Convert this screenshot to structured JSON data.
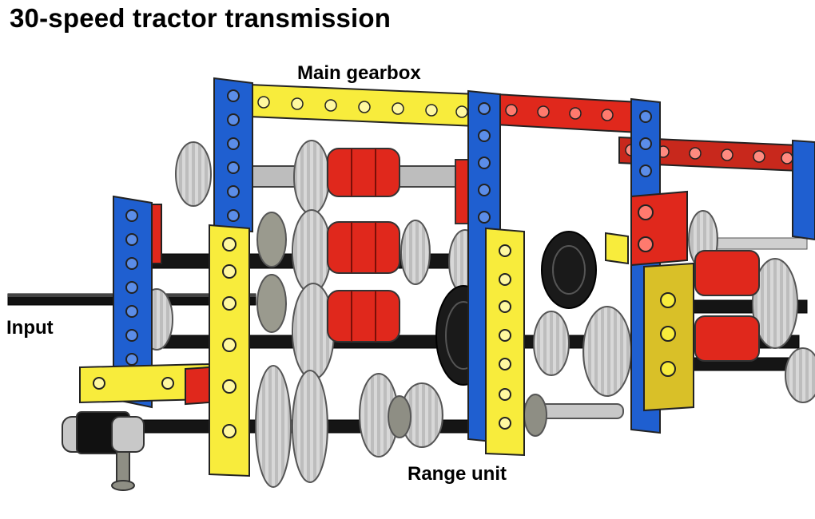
{
  "title": "30-speed tractor transmission",
  "labels": {
    "main_gearbox": "Main gearbox",
    "input": "Input",
    "range_unit": "Range unit"
  },
  "colors": {
    "beam_blue": "#1f5fd0",
    "beam_yellow": "#f8ec3c",
    "beam_red": "#e0281c",
    "gear_gray": "#d2d2d2",
    "gear_dark": "#555555",
    "axle_black": "#111111",
    "tire_black": "#1a1a1a"
  }
}
